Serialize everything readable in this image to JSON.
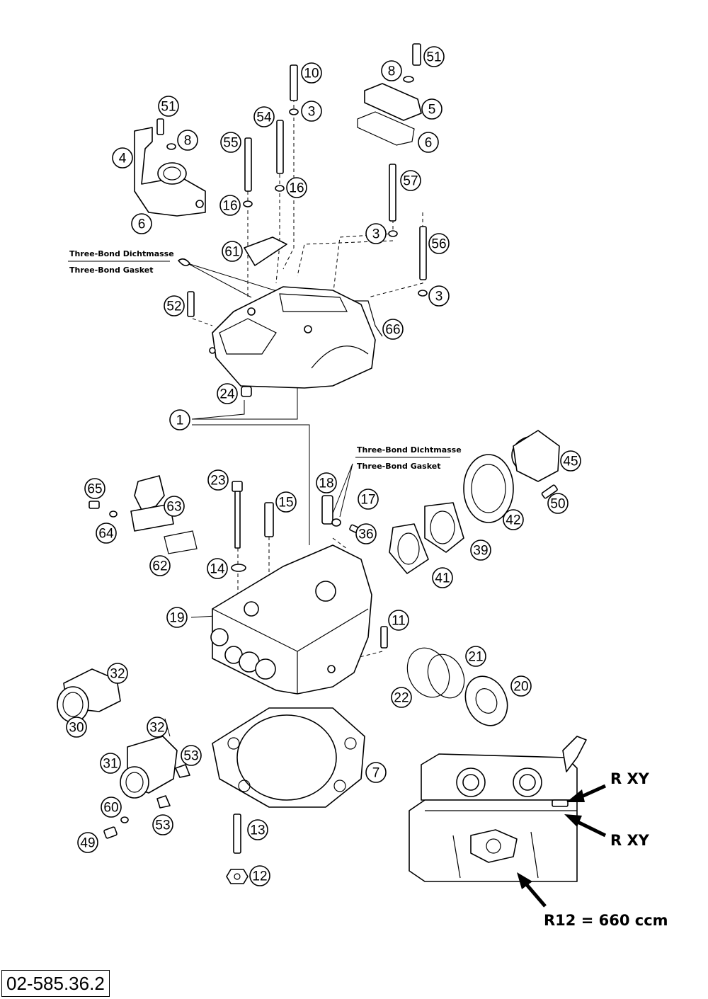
{
  "notes": {
    "sealant_top": [
      "Three-Bond Dichtmasse",
      "Three-Bond Gasket"
    ],
    "sealant_mid": [
      "Three-Bond Dichtmasse",
      "Three-Bond Gasket"
    ],
    "variant_1": "R  XY",
    "variant_2": "R  XY",
    "variant_3": "R12 = 660 ccm"
  },
  "drawing_code": "02-585.36.2",
  "callouts": [
    {
      "label": "51"
    },
    {
      "label": "8"
    },
    {
      "label": "10"
    },
    {
      "label": "3"
    },
    {
      "label": "51"
    },
    {
      "label": "8"
    },
    {
      "label": "5"
    },
    {
      "label": "6"
    },
    {
      "label": "4"
    },
    {
      "label": "54"
    },
    {
      "label": "55"
    },
    {
      "label": "16"
    },
    {
      "label": "16"
    },
    {
      "label": "6"
    },
    {
      "label": "57"
    },
    {
      "label": "3"
    },
    {
      "label": "56"
    },
    {
      "label": "61"
    },
    {
      "label": "3"
    },
    {
      "label": "52"
    },
    {
      "label": "66"
    },
    {
      "label": "24"
    },
    {
      "label": "1"
    },
    {
      "label": "45"
    },
    {
      "label": "65"
    },
    {
      "label": "63"
    },
    {
      "label": "23"
    },
    {
      "label": "15"
    },
    {
      "label": "18"
    },
    {
      "label": "17"
    },
    {
      "label": "50"
    },
    {
      "label": "64"
    },
    {
      "label": "42"
    },
    {
      "label": "36"
    },
    {
      "label": "62"
    },
    {
      "label": "14"
    },
    {
      "label": "39"
    },
    {
      "label": "41"
    },
    {
      "label": "19"
    },
    {
      "label": "11"
    },
    {
      "label": "32"
    },
    {
      "label": "21"
    },
    {
      "label": "20"
    },
    {
      "label": "22"
    },
    {
      "label": "30"
    },
    {
      "label": "32"
    },
    {
      "label": "53"
    },
    {
      "label": "31"
    },
    {
      "label": "7"
    },
    {
      "label": "60"
    },
    {
      "label": "53"
    },
    {
      "label": "13"
    },
    {
      "label": "49"
    },
    {
      "label": "12"
    }
  ]
}
